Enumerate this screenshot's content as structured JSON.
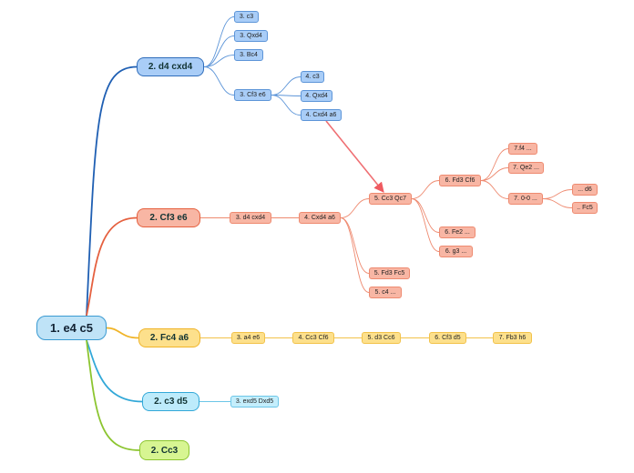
{
  "root": {
    "label": "1. e4 c5"
  },
  "branches": [
    {
      "label": "2. d4 cxd4",
      "color": "#1f5fb3",
      "moves": [
        "3. c3",
        "3. Qxd4",
        "3. Bc4",
        "3. Cf3 e6",
        "4. c3",
        "4. Qxd4",
        "4. Cxd4 a6"
      ]
    },
    {
      "label": "2. Cf3 e6",
      "color": "#e5603f",
      "moves": [
        "3. d4 cxd4",
        "4. Cxd4 a6",
        "5. Cc3 Qc7",
        "6. Fd3 Cf6",
        "7.f4 ...",
        "7. Qe2 ...",
        "7. 0-0 ...",
        "... d6",
        ".. Fc5",
        "6. Fe2 ...",
        "6. g3 ...",
        "5. Fd3 Fc5",
        "5. c4 ..."
      ]
    },
    {
      "label": "2. Fc4 a6",
      "color": "#f0b428",
      "moves": [
        "3. a4 e6",
        "4. Cc3 Cf6",
        "5. d3 Cc6",
        "6. Cf3 d5",
        "7. Fb3 h6"
      ]
    },
    {
      "label": "2. c3 d5",
      "color": "#32a8d8",
      "moves": [
        "3. exd5 Dxd5"
      ]
    },
    {
      "label": "2. Cc3",
      "color": "#8cc530",
      "moves": []
    }
  ],
  "link_color": "#ef6f73"
}
